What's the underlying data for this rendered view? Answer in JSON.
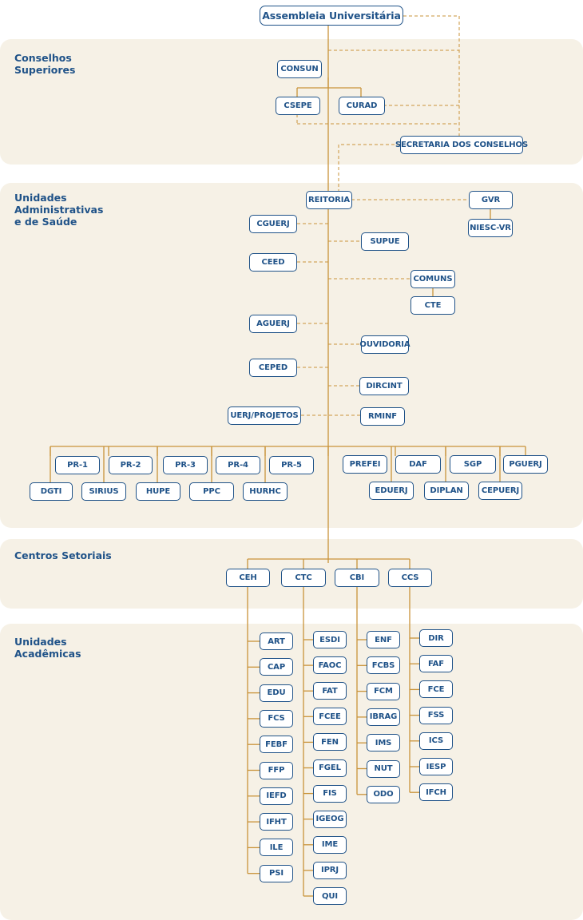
{
  "colors": {
    "line": "#c9933a",
    "box_border": "#1f5288",
    "text": "#1f5288",
    "band": "#f6f1e6"
  },
  "sections": {
    "conselhos": "Conselhos\nSuperiores",
    "unidades_adm": "Unidades\nAdministrativas\ne de Saúde",
    "centros": "Centros Setoriais",
    "academicas": "Unidades Acadêmicas"
  },
  "nodes": {
    "assembleia": "Assembleia Universitária",
    "consun": "CONSUN",
    "csepe": "CSEPE",
    "curad": "CURAD",
    "secretaria": "SECRETARIA DOS CONSELHOS",
    "reitoria": "REITORIA",
    "gvr": "GVR",
    "niesc_vr": "NIESC-VR",
    "cguerj": "CGUERJ",
    "supue": "SUPUE",
    "ceed": "CEED",
    "comuns": "COMUNS",
    "cte": "CTE",
    "aguerj": "AGUERJ",
    "ouvidoria": "OUVIDORIA",
    "ceped": "CEPED",
    "dircint": "DIRCINT",
    "uerj_projetos": "UERJ/PROJETOS",
    "rminf": "RMINF",
    "pr1": "PR-1",
    "pr2": "PR-2",
    "pr3": "PR-3",
    "pr4": "PR-4",
    "pr5": "PR-5",
    "dgti": "DGTI",
    "sirius": "SIRIUS",
    "hupe": "HUPE",
    "ppc": "PPC",
    "hurhc": "HURHC",
    "prefei": "PREFEI",
    "daf": "DAF",
    "sgp": "SGP",
    "pguerj": "PGUERJ",
    "eduerj": "EDUERJ",
    "diplan": "DIPLAN",
    "cepuerj": "CEPUERJ",
    "ceh": "CEH",
    "ctc": "CTC",
    "cbi": "CBI",
    "ccs": "CCS"
  },
  "academic_units": {
    "ceh": [
      "ART",
      "CAP",
      "EDU",
      "FCS",
      "FEBF",
      "FFP",
      "IEFD",
      "IFHT",
      "ILE",
      "PSI"
    ],
    "ctc": [
      "ESDI",
      "FAOC",
      "FAT",
      "FCEE",
      "FEN",
      "FGEL",
      "FIS",
      "IGEOG",
      "IME",
      "IPRJ",
      "QUI"
    ],
    "cbi": [
      "ENF",
      "FCBS",
      "FCM",
      "IBRAG",
      "IMS",
      "NUT",
      "ODO"
    ],
    "ccs": [
      "DIR",
      "FAF",
      "FCE",
      "FSS",
      "ICS",
      "IESP",
      "IFCH"
    ]
  }
}
